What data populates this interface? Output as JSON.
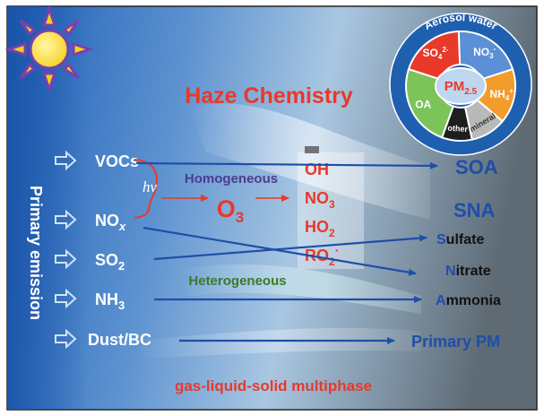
{
  "title": "Haze Chemistry",
  "side_label": "Primary emission",
  "bottom_label": "gas-liquid-solid multiphase",
  "emissions": [
    {
      "base": "VOCs",
      "sub": "",
      "sub_italic": false
    },
    {
      "base": "NO",
      "sub": "x",
      "sub_italic": true
    },
    {
      "base": "SO",
      "sub": "2",
      "sub_italic": false
    },
    {
      "base": "NH",
      "sub": "3",
      "sub_italic": false
    },
    {
      "base": "Dust/BC",
      "sub": "",
      "sub_italic": false
    }
  ],
  "hv_label": "hv",
  "homogeneous_label": "Homogeneous",
  "heterogeneous_label": "Heterogeneous",
  "ozone": {
    "base": "O",
    "sub": "3"
  },
  "oxidants": [
    {
      "base": "OH",
      "sub": "",
      "sup": ""
    },
    {
      "base": "NO",
      "sub": "3",
      "sup": ""
    },
    {
      "base": "HO",
      "sub": "2",
      "sup": ""
    },
    {
      "base": "RO",
      "sub": "2",
      "sup": "·"
    }
  ],
  "products": {
    "soa": "SOA",
    "sna": "SNA",
    "sulfate": {
      "initial": "S",
      "rest": "ulfate"
    },
    "nitrate": {
      "initial": "N",
      "rest": "itrate"
    },
    "ammonia": {
      "initial": "A",
      "rest": "mmonia"
    },
    "primary_pm": "Primary PM"
  },
  "pm_wheel": {
    "outer_label": "Aerosol water",
    "center": {
      "base": "PM",
      "sub": "2.5"
    },
    "segments": [
      {
        "label_base": "SO",
        "label_sub": "4",
        "label_sup": "2-",
        "color": "#e8392a"
      },
      {
        "label_base": "NO",
        "label_sub": "3",
        "label_sup": "-",
        "color": "#5b8fd6"
      },
      {
        "label_base": "NH",
        "label_sub": "4",
        "label_sup": "+",
        "color": "#f39c2b"
      },
      {
        "label_base": "mineral",
        "label_sub": "",
        "label_sup": "",
        "color": "#b9b9b9"
      },
      {
        "label_base": "other",
        "label_sub": "",
        "label_sup": "",
        "color": "#1e1e1e"
      },
      {
        "label_base": "OA",
        "label_sub": "",
        "label_sup": "",
        "color": "#7cc45a"
      }
    ]
  },
  "colors": {
    "accent_red": "#e8392a",
    "arrow_blue": "#1f4ea8",
    "label_purple": "#4a3d8f",
    "label_green": "#3a7a2a",
    "wheel_ring": "#1f5fb0"
  }
}
